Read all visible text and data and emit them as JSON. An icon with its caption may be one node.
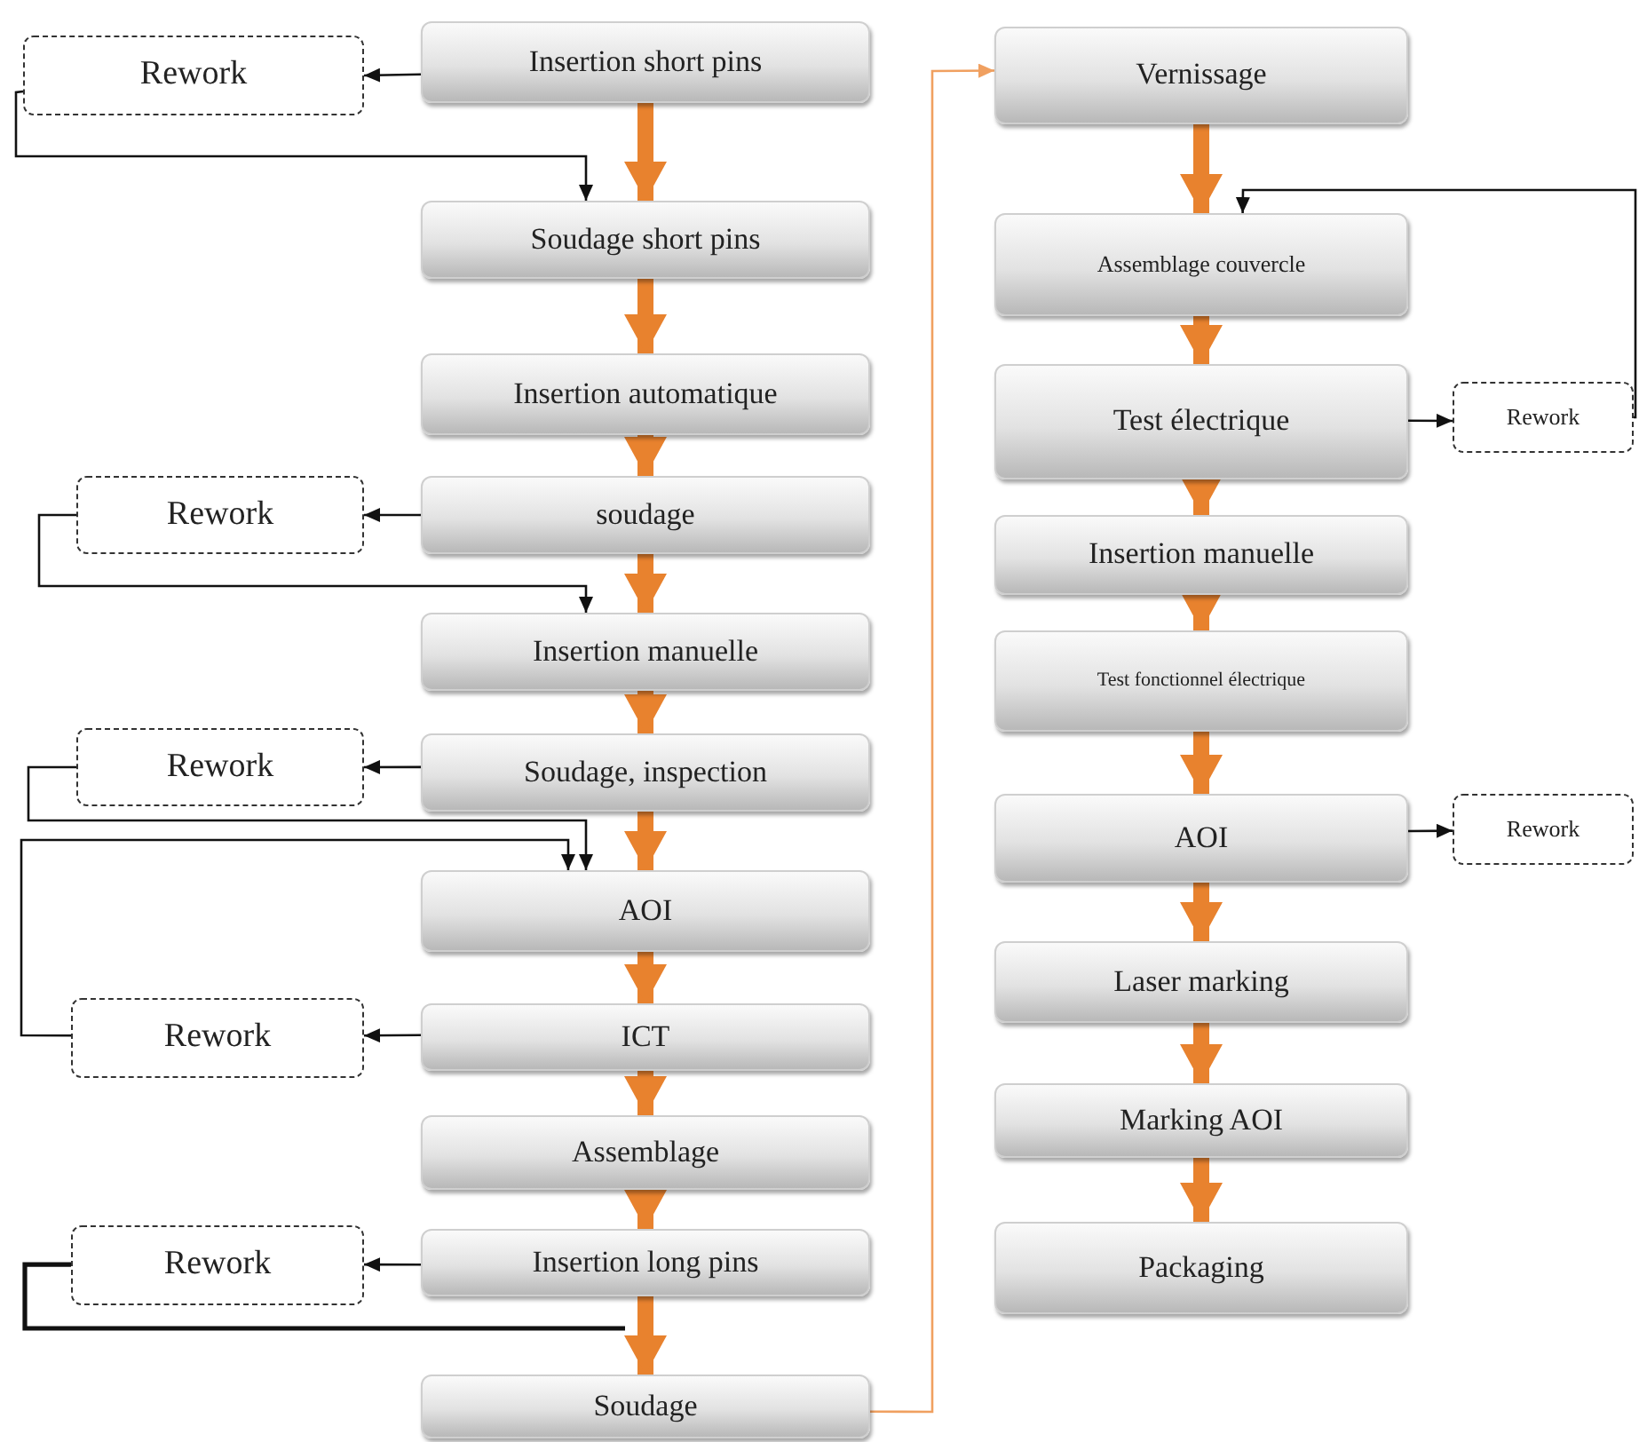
{
  "diagram": {
    "nodes": [
      {
        "text": [
          "Insertion short pins"
        ]
      },
      {
        "text": [
          "Rework"
        ]
      },
      {
        "text": [
          "Soudage short pins"
        ]
      },
      {
        "text": [
          "Insertion automatique"
        ]
      },
      {
        "text": [
          "soudage"
        ]
      },
      {
        "text": [
          "Rework"
        ]
      },
      {
        "text": [
          "Insertion manuelle"
        ]
      },
      {
        "text": [
          "Soudage, inspection"
        ]
      },
      {
        "text": [
          "Rework"
        ]
      },
      {
        "text": [
          "AOI"
        ]
      },
      {
        "text": [
          "ICT"
        ]
      },
      {
        "text": [
          "Rework"
        ]
      },
      {
        "text": [
          "Assemblage"
        ]
      },
      {
        "text": [
          "Insertion long pins"
        ]
      },
      {
        "text": [
          "Rework"
        ]
      },
      {
        "text": [
          "Soudage"
        ]
      },
      {
        "text": [
          "Vernissage"
        ]
      },
      {
        "text": [
          "Assemblage couvercle"
        ]
      },
      {
        "text": [
          "Test électrique"
        ]
      },
      {
        "text": [
          "Rework"
        ]
      },
      {
        "text": [
          "Insertion manuelle"
        ]
      },
      {
        "text": [
          "Test fonctionnel électrique"
        ]
      },
      {
        "text": [
          "AOI"
        ]
      },
      {
        "text": [
          "Rework"
        ]
      },
      {
        "text": [
          "Laser marking"
        ]
      },
      {
        "text": [
          "Marking AOI"
        ]
      },
      {
        "text": [
          "Packaging"
        ]
      }
    ],
    "edges": [
      {
        "from": 0,
        "to": 2,
        "arrow": "to"
      },
      {
        "from": 0,
        "to": 1,
        "arrow": "to",
        "color": "#111111"
      },
      {
        "from": 1,
        "to": 2,
        "arrow": "to",
        "color": "#111111"
      },
      {
        "from": 2,
        "to": 3,
        "arrow": "to"
      },
      {
        "from": 3,
        "to": 4,
        "arrow": "to"
      },
      {
        "from": 4,
        "to": 5,
        "arrow": "to",
        "color": "#111111"
      },
      {
        "from": 5,
        "to": 6,
        "arrow": "to",
        "color": "#111111"
      },
      {
        "from": 4,
        "to": 6,
        "arrow": "to"
      },
      {
        "from": 6,
        "to": 7,
        "arrow": "to"
      },
      {
        "from": 7,
        "to": 8,
        "arrow": "to",
        "color": "#111111"
      },
      {
        "from": 8,
        "to": 9,
        "arrow": "to",
        "color": "#111111"
      },
      {
        "from": 11,
        "to": 9,
        "arrow": "to",
        "color": "#111111"
      },
      {
        "from": 7,
        "to": 9,
        "arrow": "to"
      },
      {
        "from": 9,
        "to": 10,
        "arrow": "to"
      },
      {
        "from": 10,
        "to": 11,
        "arrow": "to",
        "color": "#111111"
      },
      {
        "from": 10,
        "to": 12,
        "arrow": "to"
      },
      {
        "from": 12,
        "to": 13,
        "arrow": "to"
      },
      {
        "from": 13,
        "to": 14,
        "arrow": "to",
        "color": "#111111"
      },
      {
        "from": 14,
        "to": null,
        "arrow": "none",
        "color": "#111111"
      },
      {
        "from": 13,
        "to": 15,
        "arrow": "to"
      },
      {
        "from": 15,
        "to": 16,
        "arrow": "to",
        "color": "#f0a060"
      },
      {
        "from": 16,
        "to": 17,
        "arrow": "to"
      },
      {
        "from": 19,
        "to": 17,
        "arrow": "to",
        "color": "#111111"
      },
      {
        "from": 17,
        "to": 18,
        "arrow": "to"
      },
      {
        "from": 18,
        "to": 19,
        "arrow": "to",
        "color": "#111111"
      },
      {
        "from": 18,
        "to": 20,
        "arrow": "to"
      },
      {
        "from": 20,
        "to": 21,
        "arrow": "to"
      },
      {
        "from": 21,
        "to": 22,
        "arrow": "to"
      },
      {
        "from": 22,
        "to": 23,
        "arrow": "to",
        "color": "#111111"
      },
      {
        "from": 22,
        "to": 24,
        "arrow": "to"
      },
      {
        "from": 24,
        "to": 25,
        "arrow": "to"
      },
      {
        "from": 25,
        "to": 26,
        "arrow": "to"
      }
    ]
  }
}
